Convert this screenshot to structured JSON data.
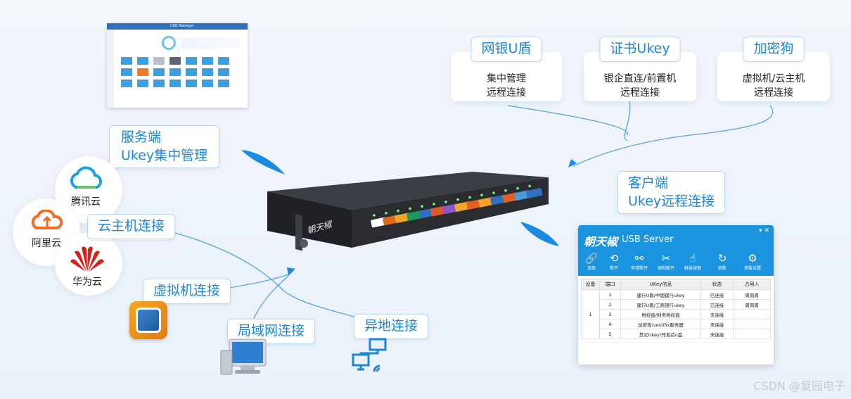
{
  "top_cards": [
    {
      "tag": "网银U盾",
      "line1": "集中管理",
      "line2": "远程连接"
    },
    {
      "tag": "证书Ukey",
      "line1": "银企直连/前置机",
      "line2": "远程连接"
    },
    {
      "tag": "加密狗",
      "line1": "虚拟机/云主机",
      "line2": "远程连接"
    }
  ],
  "labels": {
    "server_line1": "服务端",
    "server_line2": "Ukey集中管理",
    "client_line1": "客户端",
    "client_line2": "Ukey远程连接",
    "cloud_host": "云主机连接",
    "vm": "虚拟机连接",
    "lan": "局域网连接",
    "remote": "异地连接"
  },
  "clouds": [
    {
      "name": "腾讯云",
      "icon": "tencent-cloud-icon"
    },
    {
      "name": "阿里云",
      "icon": "aliyun-icon"
    },
    {
      "name": "华为云",
      "icon": "huawei-icon"
    }
  ],
  "device": {
    "brand": "朝天椒"
  },
  "client_app": {
    "brand": "朝天椒",
    "title": "USB Server",
    "toolbar": [
      "连接",
      "断开",
      "申请断开",
      "强制断开",
      "触发按键",
      "刷新",
      "参数设置"
    ],
    "columns": [
      "设备",
      "端口",
      "UKey信息",
      "状态",
      "占用人"
    ],
    "device_no": "1",
    "rows": [
      {
        "port": "1",
        "info": "建行U盾/中国建行ukey",
        "status": "已连接",
        "user": "周周周"
      },
      {
        "port": "2",
        "info": "建行U盾/工商银行ukey",
        "status": "已连接",
        "user": "周周周"
      },
      {
        "port": "3",
        "info": "税控盘/财务税控盘",
        "status": "未连接",
        "user": ""
      },
      {
        "port": "4",
        "info": "加密狗/vestifix服务器",
        "status": "未连接",
        "user": ""
      },
      {
        "port": "5",
        "info": "其它Ukey/开发验u盘",
        "status": "未连接",
        "user": ""
      }
    ]
  },
  "thumbnail": {
    "title": "USB Manager"
  },
  "watermark": "CSDN @复园电子",
  "colors": {
    "accent": "#1d86d6",
    "client_header": "#1b94e0",
    "device": "#2a2c30"
  }
}
